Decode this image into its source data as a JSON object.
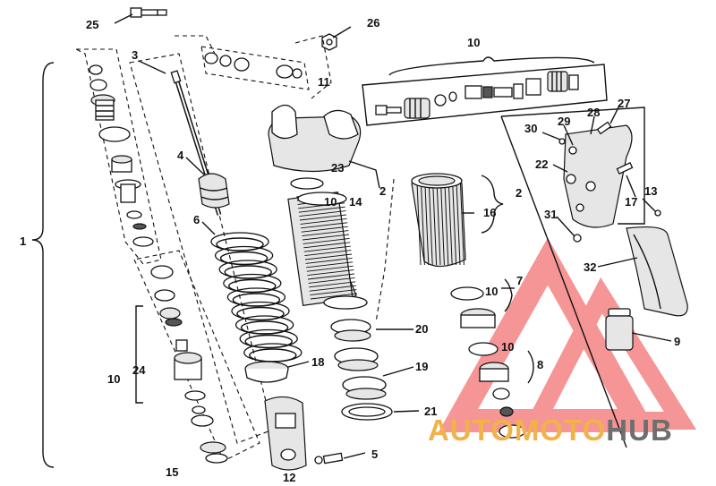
{
  "callouts": [
    {
      "id": "p1",
      "text": "1"
    },
    {
      "id": "p2a",
      "text": "2"
    },
    {
      "id": "p2b",
      "text": "2"
    },
    {
      "id": "p3",
      "text": "3"
    },
    {
      "id": "p4",
      "text": "4"
    },
    {
      "id": "p5",
      "text": "5"
    },
    {
      "id": "p6",
      "text": "6"
    },
    {
      "id": "p7",
      "text": "7"
    },
    {
      "id": "p8",
      "text": "8"
    },
    {
      "id": "p9",
      "text": "9"
    },
    {
      "id": "p10a",
      "text": "10"
    },
    {
      "id": "p10b",
      "text": "10"
    },
    {
      "id": "p10c",
      "text": "10"
    },
    {
      "id": "p10d",
      "text": "10"
    },
    {
      "id": "p10e",
      "text": "10"
    },
    {
      "id": "p11",
      "text": "11"
    },
    {
      "id": "p12",
      "text": "12"
    },
    {
      "id": "p13",
      "text": "13"
    },
    {
      "id": "p14",
      "text": "14"
    },
    {
      "id": "p15",
      "text": "15"
    },
    {
      "id": "p16",
      "text": "16"
    },
    {
      "id": "p17",
      "text": "17"
    },
    {
      "id": "p18",
      "text": "18"
    },
    {
      "id": "p19",
      "text": "19"
    },
    {
      "id": "p20",
      "text": "20"
    },
    {
      "id": "p21",
      "text": "21"
    },
    {
      "id": "p22",
      "text": "22"
    },
    {
      "id": "p23",
      "text": "23"
    },
    {
      "id": "p24",
      "text": "24"
    },
    {
      "id": "p25",
      "text": "25"
    },
    {
      "id": "p26",
      "text": "26"
    },
    {
      "id": "p27",
      "text": "27"
    },
    {
      "id": "p28",
      "text": "28"
    },
    {
      "id": "p29",
      "text": "29"
    },
    {
      "id": "p30",
      "text": "30"
    },
    {
      "id": "p31",
      "text": "31"
    },
    {
      "id": "p32",
      "text": "32"
    }
  ],
  "watermark": {
    "part1": "AUTO",
    "part2": "MOTO",
    "part3": "HUB",
    "color_red": "#ee3f3f",
    "color_orange": "#f2b24a",
    "color_gray": "#6e6e6e"
  }
}
